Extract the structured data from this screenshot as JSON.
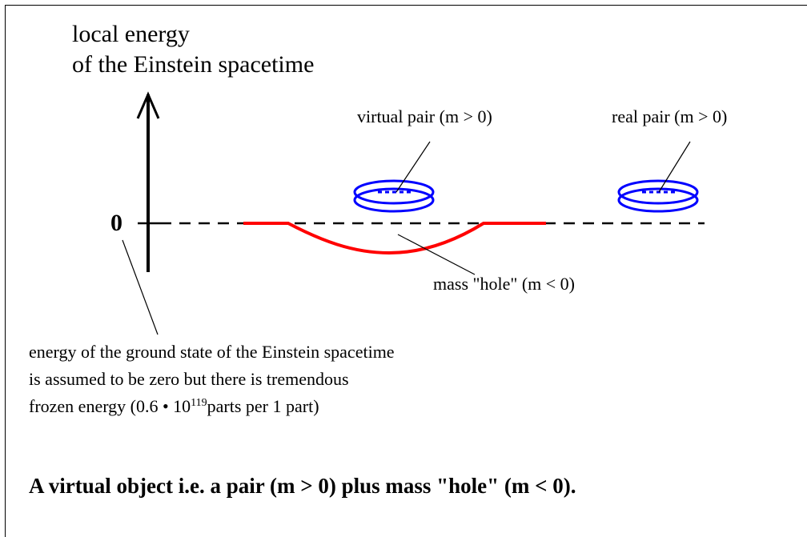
{
  "diagram": {
    "y_axis_label_line1": "local energy",
    "y_axis_label_line2": "of the Einstein spacetime",
    "zero_label": "0",
    "virtual_pair_label": "virtual pair (m > 0)",
    "real_pair_label": "real pair (m > 0)",
    "mass_hole_label": "mass \"hole\" (m < 0)",
    "ground_state_note": {
      "line1": "energy of the ground state of the Einstein spacetime",
      "line2": "is assumed to be zero but there is tremendous",
      "line3_prefix": "frozen energy (0.6 • 10",
      "line3_exponent": "119",
      "line3_suffix": "parts per 1 part)"
    },
    "caption": "A virtual object i.e. a pair (m > 0) plus mass \"hole\" (m < 0).",
    "colors": {
      "pair": "#0000ff",
      "hole_curve": "#ff0000",
      "lines": "#000000"
    }
  }
}
